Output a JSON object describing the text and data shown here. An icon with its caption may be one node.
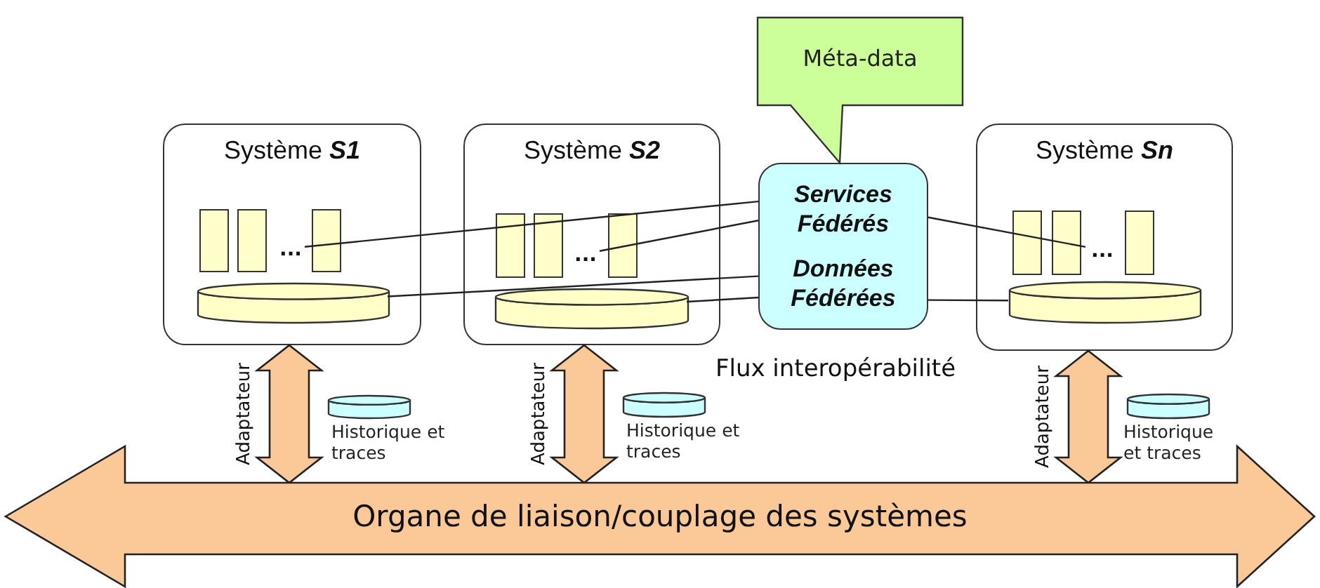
{
  "diagram": {
    "nodes": [
      {
        "text": [
          "Système **S1**"
        ]
      },
      {
        "text": [
          "..."
        ],
        "in": 0
      },
      {
        "text": [],
        "shape": "cylinder",
        "in": 0
      },
      {
        "text": [
          "Système **S2**"
        ]
      },
      {
        "text": [
          "..."
        ],
        "in": 3
      },
      {
        "text": [],
        "shape": "cylinder",
        "in": 3
      },
      {
        "text": [
          "Services Fédérés",
          "Données Fédérées"
        ]
      },
      {
        "text": [
          "Méta-data"
        ]
      },
      {
        "text": [
          "Système **Sn**"
        ]
      },
      {
        "text": [
          "..."
        ],
        "in": 8
      },
      {
        "text": [],
        "shape": "cylinder",
        "in": 8
      },
      {
        "text": [
          "Organe de liaison/couplage des systèmes"
        ]
      },
      {
        "text": [],
        "shape": "cylinder",
        "beside": [
          "Historique et traces"
        ]
      },
      {
        "text": [],
        "shape": "cylinder",
        "beside": [
          "Historique et traces"
        ]
      },
      {
        "text": [],
        "shape": "cylinder",
        "beside": [
          "Historique et traces"
        ]
      }
    ],
    "edges": [
      {
        "from": 6,
        "to": 1,
        "arrow": "none"
      },
      {
        "from": 6,
        "to": 4,
        "arrow": "none"
      },
      {
        "from": 6,
        "to": 9,
        "arrow": "none"
      },
      {
        "from": 6,
        "to": 2,
        "arrow": "none"
      },
      {
        "from": 6,
        "to": 5,
        "arrow": "none"
      },
      {
        "from": 6,
        "to": 10,
        "arrow": "none"
      },
      {
        "from": 0,
        "to": 11,
        "arrow": "both",
        "label": "Adaptateur",
        "style": "thick",
        "color": "#fbc998"
      },
      {
        "from": 3,
        "to": 11,
        "arrow": "both",
        "label": "Adaptateur",
        "style": "thick",
        "color": "#fbc998"
      },
      {
        "from": 8,
        "to": 11,
        "arrow": "both",
        "label": "Adaptateur",
        "style": "thick",
        "color": "#fbc998"
      }
    ],
    "labels": [
      "Flux interopérabilité"
    ]
  }
}
